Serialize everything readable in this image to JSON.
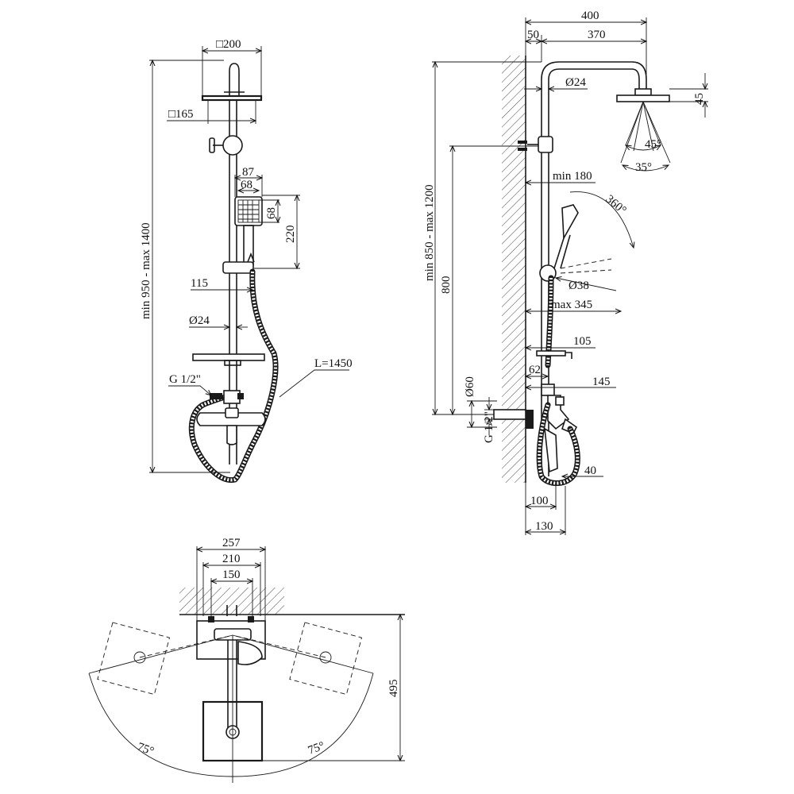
{
  "front_view": {
    "dims": {
      "square_top": "□200",
      "square_bottom": "□165",
      "height_range": "min 950 - max 1400",
      "hand_width": "87",
      "hand_square": "68",
      "hand_square_v": "68",
      "hand_height": "220",
      "slider_offset": "115",
      "pipe_dia": "Ø24",
      "thread": "G 1/2\"",
      "hose_length": "L=1450"
    }
  },
  "side_view": {
    "dims": {
      "total_reach": "400",
      "wall_gap": "50",
      "arm_length": "370",
      "pipe_dia": "Ø24",
      "head_height": "45",
      "angle_45": "45°",
      "angle_35": "35°",
      "slider_min": "min 180",
      "rotation": "360°",
      "height_range": "min 850 - max 1200",
      "holder_dia": "Ø38",
      "slider_max": "max 345",
      "bar_height": "800",
      "shelf_depth": "105",
      "shelf_gap": "62",
      "outlet_dia": "Ø60",
      "thread": "G 1/2\"",
      "mixer_depth": "145",
      "bottom_40": "40",
      "bottom_100": "100",
      "bottom_130": "130"
    }
  },
  "top_view": {
    "dims": {
      "width_257": "257",
      "width_210": "210",
      "width_150": "150",
      "depth_495": "495",
      "angle_left": "75°",
      "angle_right": "75°"
    }
  }
}
